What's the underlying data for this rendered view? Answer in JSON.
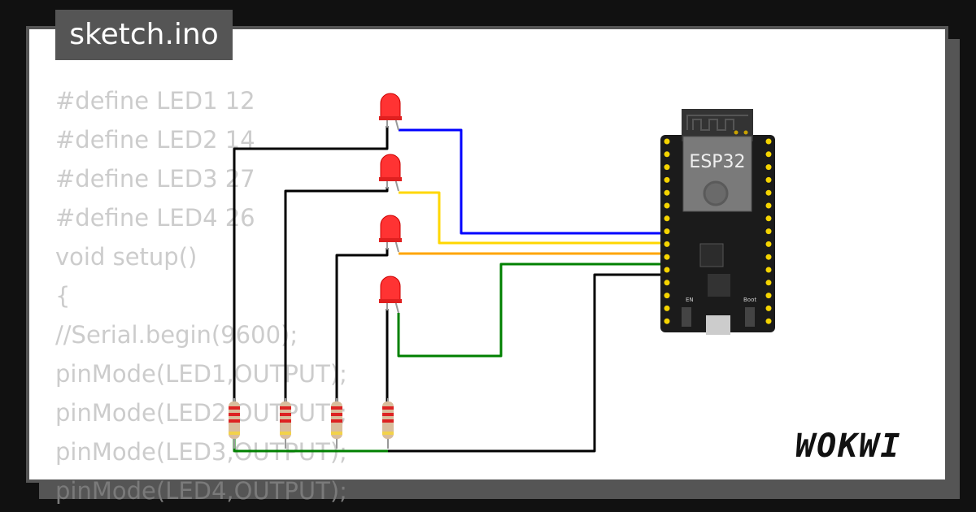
{
  "tab": {
    "title": "sketch.ino"
  },
  "code_lines": [
    "#define LED1 12",
    "#define LED2 14",
    "#define LED3 27",
    "#define LED4 26",
    "void setup()",
    "{",
    "//Serial.begin(9600);",
    "pinMode(LED1,OUTPUT);",
    "pinMode(LED2,OUTPUT);",
    "pinMode(LED3,OUTPUT);",
    "pinMode(LED4,OUTPUT);"
  ],
  "board": {
    "label": "ESP32",
    "en_label": "EN",
    "boot_label": "Boot"
  },
  "brand": {
    "logo": "WOKWI"
  },
  "colors": {
    "wire_blue": "#0000ff",
    "wire_yellow": "#ffd700",
    "wire_orange": "#ffa500",
    "wire_green": "#008000",
    "wire_black": "#000000",
    "led_red": "#ff3333",
    "background": "#111111",
    "panel_border": "#555555"
  }
}
